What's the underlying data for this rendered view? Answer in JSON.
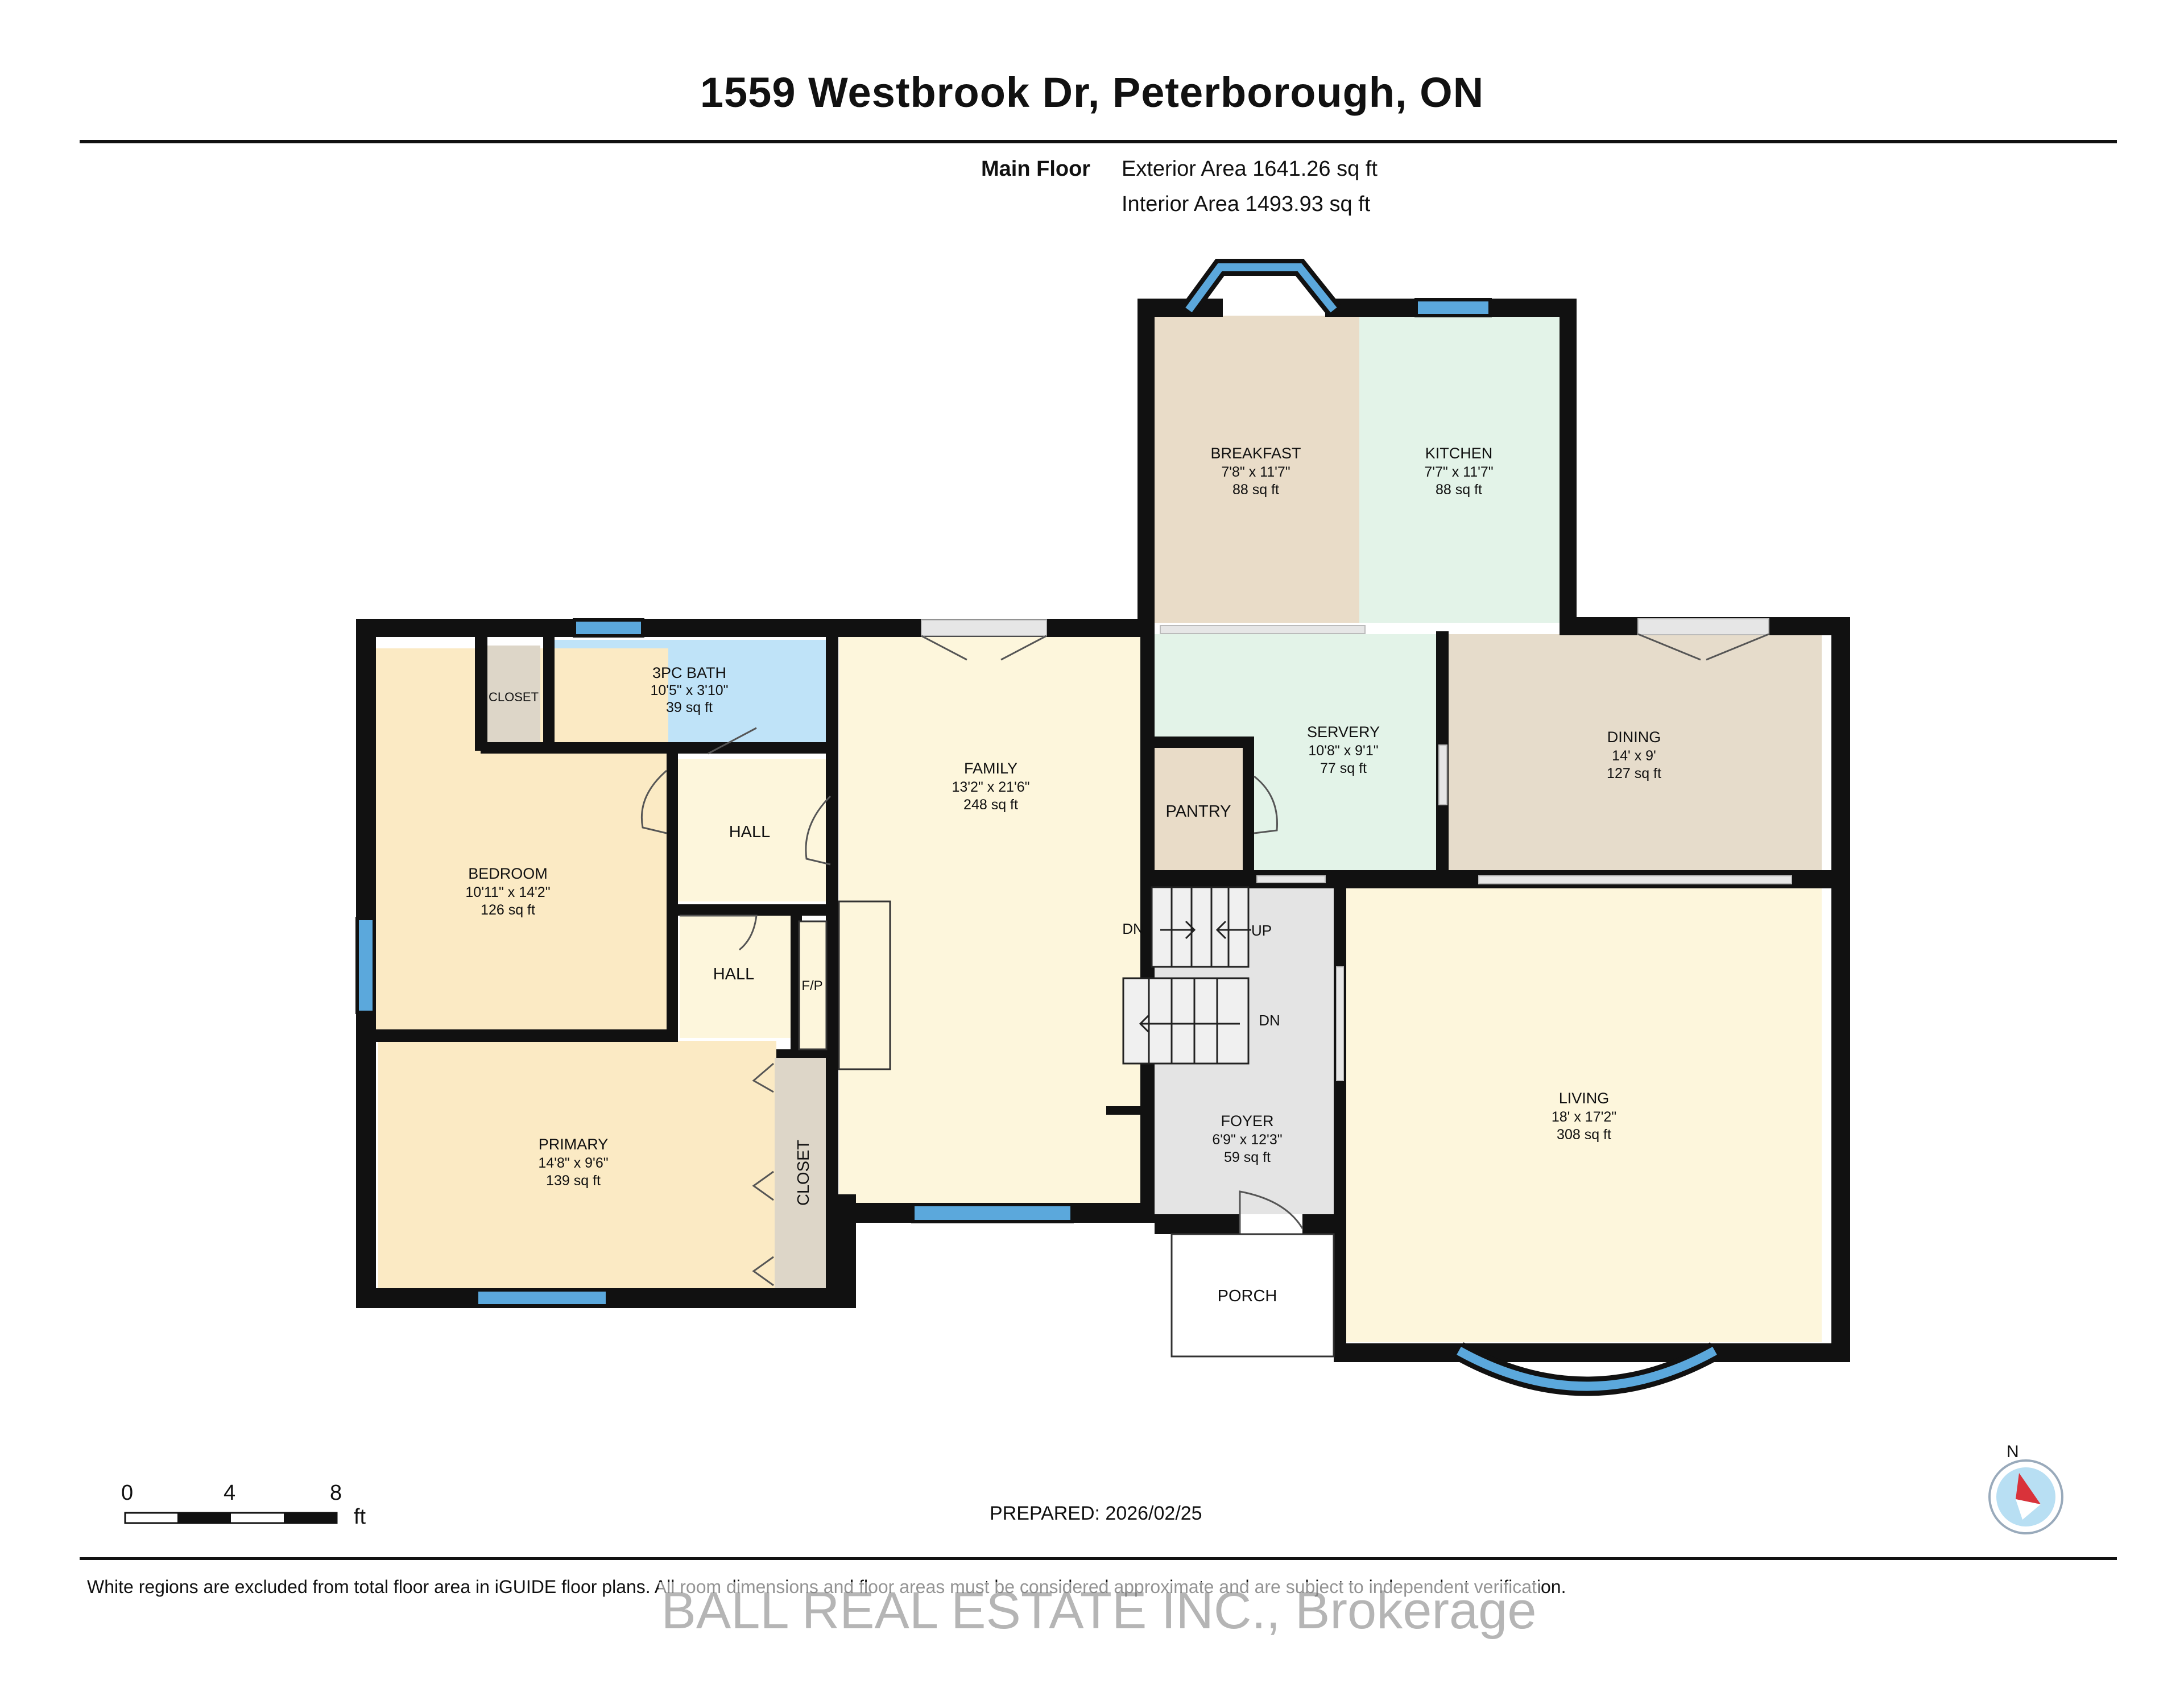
{
  "header": {
    "title": "1559 Westbrook Dr, Peterborough, ON",
    "floor_label": "Main Floor",
    "exterior_area": "Exterior Area 1641.26 sq ft",
    "interior_area": "Interior Area 1493.93 sq ft"
  },
  "rooms": {
    "breakfast": {
      "name": "BREAKFAST",
      "dims": "7'8\" x 11'7\"",
      "area": "88 sq ft"
    },
    "kitchen": {
      "name": "KITCHEN",
      "dims": "7'7\" x 11'7\"",
      "area": "88 sq ft"
    },
    "bath": {
      "name": "3PC BATH",
      "dims": "10'5\" x 3'10\"",
      "area": "39 sq ft"
    },
    "family": {
      "name": "FAMILY",
      "dims": "13'2\" x 21'6\"",
      "area": "248 sq ft"
    },
    "servery": {
      "name": "SERVERY",
      "dims": "10'8\" x 9'1\"",
      "area": "77 sq ft"
    },
    "dining": {
      "name": "DINING",
      "dims": "14' x 9'",
      "area": "127 sq ft"
    },
    "bedroom": {
      "name": "BEDROOM",
      "dims": "10'11\" x 14'2\"",
      "area": "126 sq ft"
    },
    "primary": {
      "name": "PRIMARY",
      "dims": "14'8\" x 9'6\"",
      "area": "139 sq ft"
    },
    "living": {
      "name": "LIVING",
      "dims": "18' x 17'2\"",
      "area": "308 sq ft"
    },
    "foyer": {
      "name": "FOYER",
      "dims": "6'9\" x 12'3\"",
      "area": "59 sq ft"
    }
  },
  "labels": {
    "closet_top": "CLOSET",
    "closet_side": "CLOSET",
    "hall_upper": "HALL",
    "hall_lower": "HALL",
    "pantry": "PANTRY",
    "porch": "PORCH",
    "fp": "F/P",
    "stair_dn_left": "DN",
    "stair_up": "UP",
    "stair_dn_lower": "DN"
  },
  "scale": {
    "ticks": [
      "0",
      "4",
      "8"
    ],
    "unit": "ft"
  },
  "compass": {
    "label": "N"
  },
  "footer": {
    "prepared": "PREPARED: 2026/02/25",
    "disclaimer": "White regions are excluded from total floor area in iGUIDE floor plans. All room dimensions and floor areas must be considered approximate and are subject to independent verification.",
    "watermark": "BALL REAL ESTATE INC., Brokerage"
  },
  "colors": {
    "wall": "#111111",
    "window": "#5ba8dc",
    "breakfast": "#e9dcc8",
    "kitchen": "#e3f3e8",
    "bath": "#bfe3f8",
    "family": "#fdf6dc",
    "servery": "#e3f3e8",
    "dining": "#e6dccb",
    "bedroom": "#fbeac4",
    "primary": "#fbeac4",
    "living": "#fdf6dc",
    "foyer": "#e4e4e4",
    "closet": "#ddd6c8",
    "compass_arrow": "#d9323a"
  }
}
